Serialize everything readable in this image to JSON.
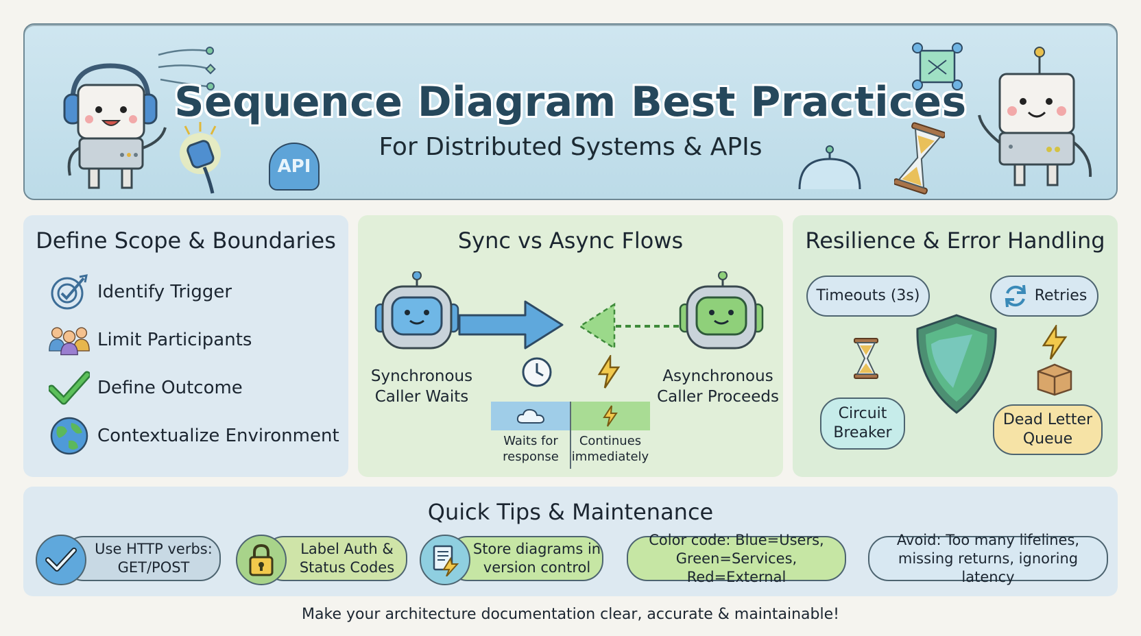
{
  "header": {
    "title": "Sequence Diagram Best Practices",
    "subtitle": "For Distributed Systems & APIs",
    "api_badge": "API"
  },
  "scope": {
    "title": "Define Scope & Boundaries",
    "items": [
      {
        "label": "Identify Trigger",
        "icon": "target-icon"
      },
      {
        "label": "Limit Participants",
        "icon": "people-icon"
      },
      {
        "label": "Define Outcome",
        "icon": "checkmark-icon"
      },
      {
        "label": "Contextualize Environment",
        "icon": "globe-icon"
      }
    ]
  },
  "flows": {
    "title": "Sync vs Async Flows",
    "sync_label": "Synchronous\nCaller Waits",
    "async_label": "Asynchronous\nCaller Proceeds",
    "sync_note": "Waits for\nresponse",
    "async_note": "Continues\nimmediately"
  },
  "resilience": {
    "title": "Resilience & Error Handling",
    "timeouts": "Timeouts (3s)",
    "retries": "Retries",
    "circuit_breaker": "Circuit\nBreaker",
    "dead_letter": "Dead Letter\nQueue"
  },
  "tips": {
    "title": "Quick Tips & Maintenance",
    "items": [
      {
        "label": "Use HTTP verbs:\nGET/POST",
        "icon": "check-circle-icon"
      },
      {
        "label": "Label Auth &\nStatus Codes",
        "icon": "lock-icon"
      },
      {
        "label": "Store diagrams in\nversion control",
        "icon": "document-icon"
      },
      {
        "label": "Color code: Blue=Users,\nGreen=Services, Red=External"
      },
      {
        "label": "Avoid: Too many lifelines,\nmissing returns, ignoring latency"
      }
    ]
  },
  "footer": "Make your architecture documentation clear, accurate & maintainable!",
  "colors": {
    "sync_blue": "#5fa8dc",
    "async_green": "#8fd07a",
    "shield_green": "#5cb98a",
    "dead_letter_yellow": "#f6e3a6"
  }
}
